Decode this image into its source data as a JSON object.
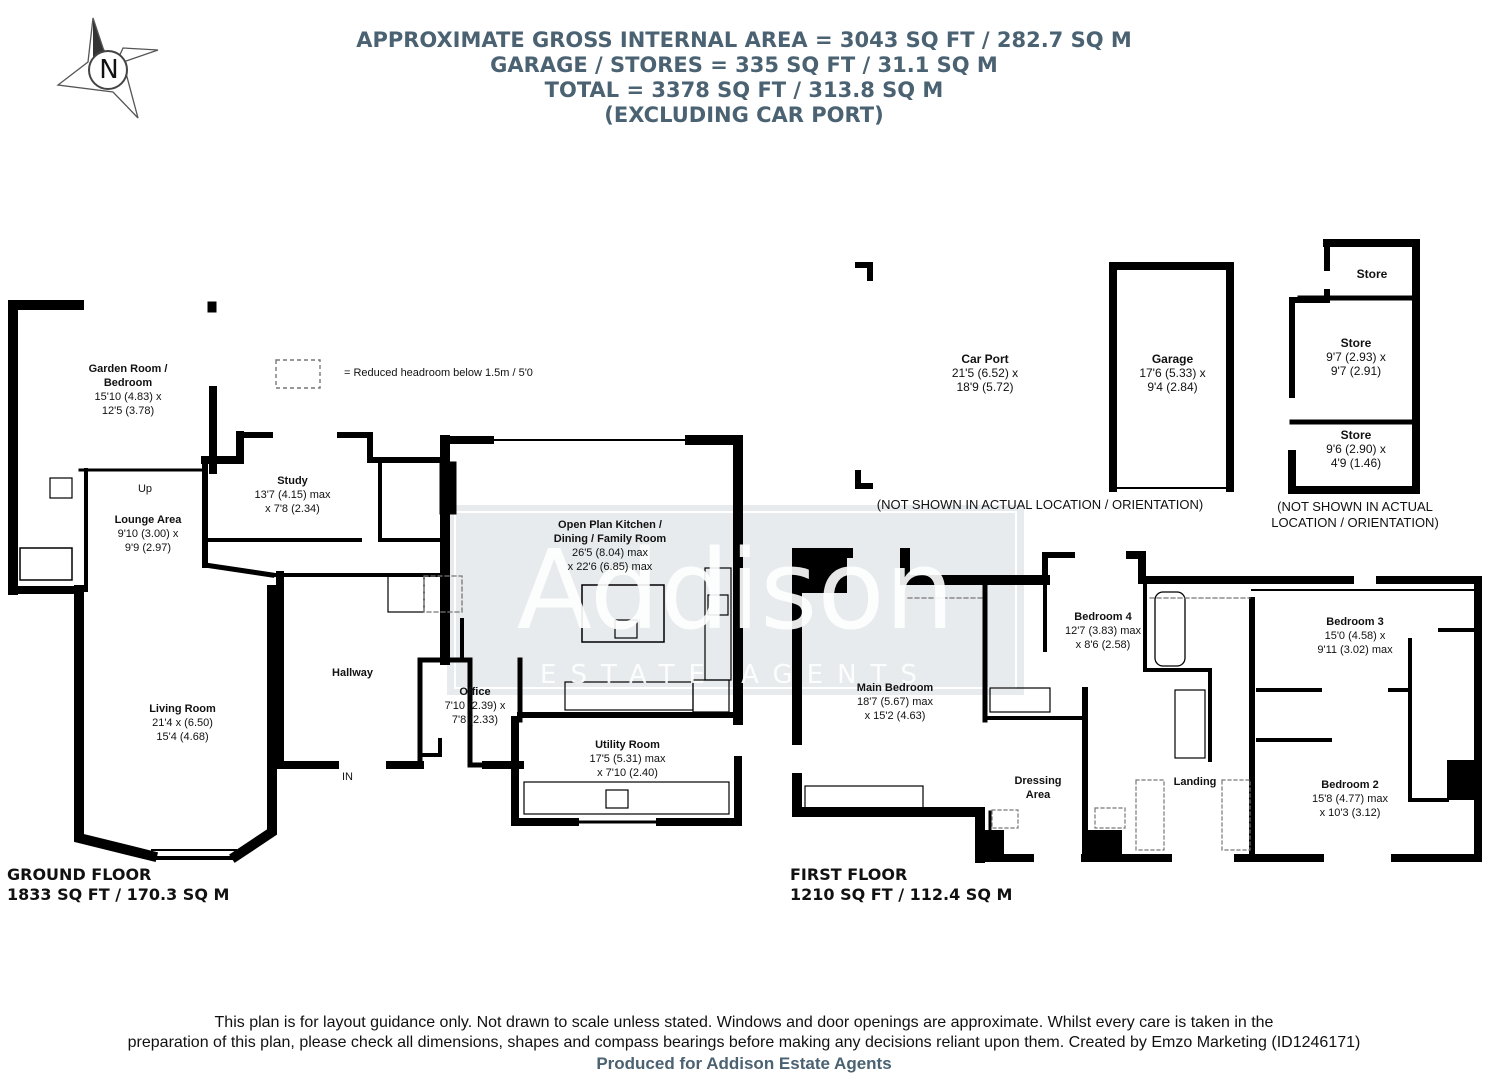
{
  "header": {
    "line1": "APPROXIMATE GROSS INTERNAL AREA = 3043 SQ FT / 282.7 SQ M",
    "line2": "GARAGE / STORES = 335 SQ FT / 31.1 SQ M",
    "line3": "TOTAL = 3378 SQ FT / 313.8 SQ M",
    "line4": "(EXCLUDING CAR PORT)"
  },
  "compass": {
    "letter": "N"
  },
  "legend": {
    "text": "= Reduced headroom below 1.5m / 5'0"
  },
  "watermark": {
    "brand": "Addison",
    "sub": "ESTATE AGENTS"
  },
  "ground_floor": {
    "label": "GROUND FLOOR",
    "area": "1833 SQ FT / 170.3 SQ M",
    "entrance": "IN",
    "up": "Up",
    "rooms": {
      "garden_room": {
        "name1": "Garden Room /",
        "name2": "Bedroom",
        "dim1": "15'10 (4.83) x",
        "dim2": "12'5 (3.78)"
      },
      "lounge": {
        "name": "Lounge Area",
        "dim1": "9'10 (3.00) x",
        "dim2": "9'9 (2.97)"
      },
      "study": {
        "name": "Study",
        "dim1": "13'7 (4.15) max",
        "dim2": "x 7'8 (2.34)"
      },
      "kitchen": {
        "name1": "Open Plan Kitchen /",
        "name2": "Dining / Family Room",
        "dim1": "26'5 (8.04) max",
        "dim2": "x 22'6 (6.85) max"
      },
      "living": {
        "name": "Living Room",
        "dim1": "21'4 x (6.50)",
        "dim2": "15'4 (4.68)"
      },
      "hallway": {
        "name": "Hallway"
      },
      "office": {
        "name": "Office",
        "dim1": "7'10 (2.39) x",
        "dim2": "7'8 (2.33)"
      },
      "utility": {
        "name": "Utility Room",
        "dim1": "17'5 (5.31) max",
        "dim2": "x 7'10 (2.40)"
      }
    }
  },
  "outbuildings": {
    "carport": {
      "name": "Car Port",
      "dim1": "21'5 (6.52) x",
      "dim2": "18'9 (5.72)"
    },
    "garage": {
      "name": "Garage",
      "dim1": "17'6 (5.33) x",
      "dim2": "9'4 (2.84)"
    },
    "store_top": {
      "name": "Store"
    },
    "store_mid": {
      "name": "Store",
      "dim1": "9'7 (2.93) x",
      "dim2": "9'7 (2.91)"
    },
    "store_low": {
      "name": "Store",
      "dim1": "9'6 (2.90) x",
      "dim2": "4'9 (1.46)"
    },
    "note_garage": "(NOT SHOWN IN ACTUAL LOCATION / ORIENTATION)",
    "note_store1": "(NOT SHOWN IN ACTUAL",
    "note_store2": "LOCATION / ORIENTATION)"
  },
  "first_floor": {
    "label": "FIRST FLOOR",
    "area": "1210 SQ FT / 112.4 SQ M",
    "rooms": {
      "main_bedroom": {
        "name": "Main Bedroom",
        "dim1": "18'7 (5.67) max",
        "dim2": "x 15'2 (4.63)"
      },
      "bedroom4": {
        "name": "Bedroom 4",
        "dim1": "12'7 (3.83) max",
        "dim2": "x 8'6 (2.58)"
      },
      "bedroom3": {
        "name": "Bedroom 3",
        "dim1": "15'0 (4.58) x",
        "dim2": "9'11 (3.02) max"
      },
      "bedroom2": {
        "name": "Bedroom 2",
        "dim1": "15'8 (4.77) max",
        "dim2": "x 10'3 (3.12)"
      },
      "dressing": {
        "name1": "Dressing",
        "name2": "Area"
      },
      "landing": {
        "name": "Landing"
      }
    }
  },
  "footer": {
    "line1": "This plan is for layout guidance only. Not drawn to scale unless stated. Windows and door openings are approximate. Whilst every care is taken in the",
    "line2": "preparation of this plan, please check all dimensions, shapes and compass bearings before making any decisions reliant upon them. Created by Emzo Marketing (ID1246171)",
    "line3": "Produced for Addison Estate Agents"
  }
}
